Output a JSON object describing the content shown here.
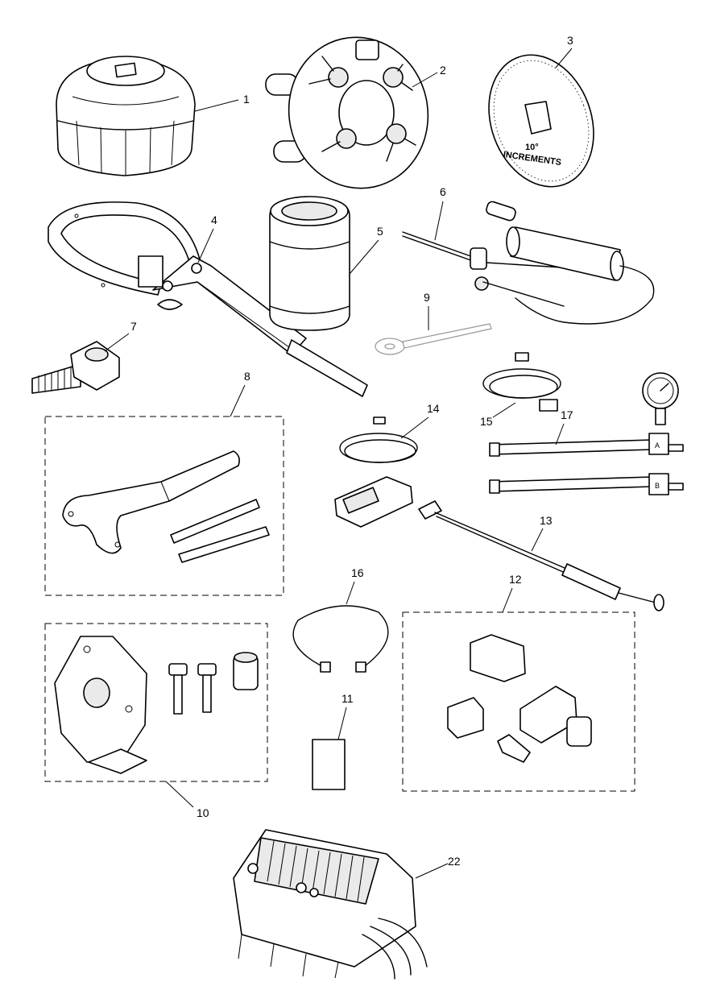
{
  "callouts": {
    "c1": "1",
    "c2": "2",
    "c3": "3",
    "c4": "4",
    "c5": "5",
    "c6": "6",
    "c7": "7",
    "c8": "8",
    "c9": "9",
    "c10": "10",
    "c11": "11",
    "c12": "12",
    "c13": "13",
    "c14": "14",
    "c15": "15",
    "c16": "16",
    "c17": "17",
    "c22": "22"
  },
  "dial": {
    "line1": "10°",
    "line2": "INCREMENTS"
  },
  "gauge_ports": {
    "a": "A",
    "b": "B"
  },
  "colors": {
    "ink": "#000000",
    "paper": "#ffffff",
    "shade": "#eaeaea"
  }
}
